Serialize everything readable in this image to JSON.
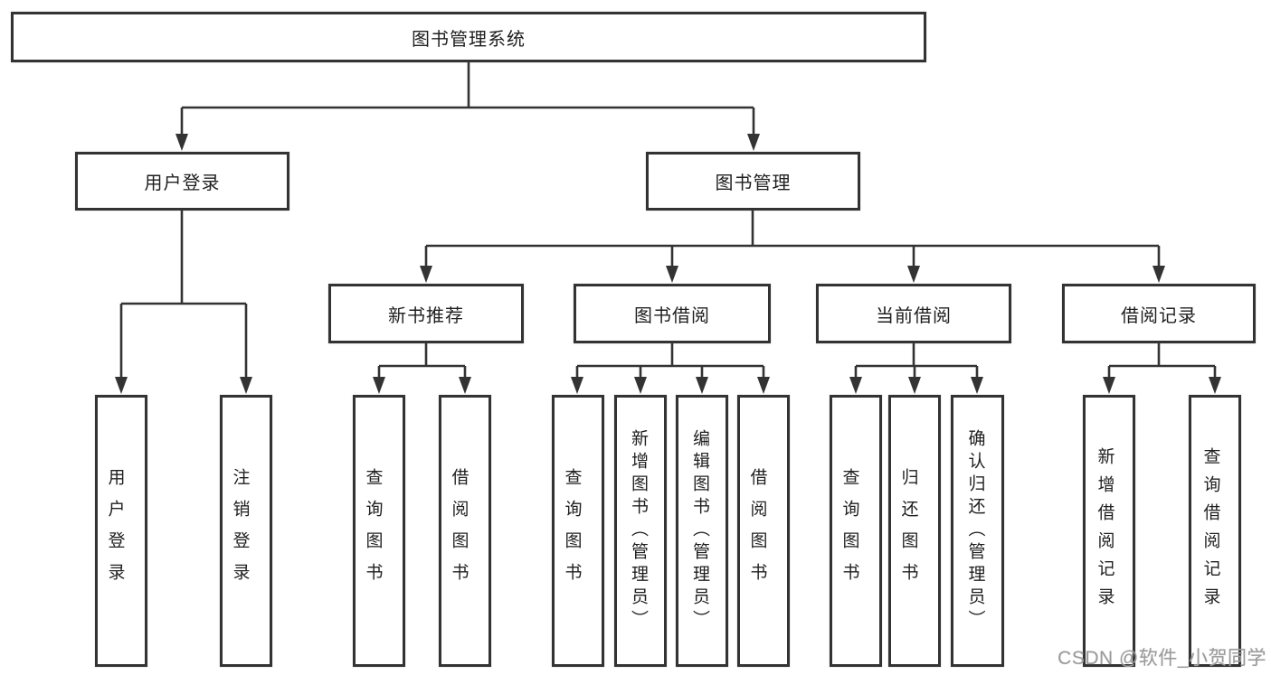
{
  "colors": {
    "line": "#333333",
    "box_border": "#333333",
    "text": "#1f1f1f",
    "watermark": "#9b9b9b",
    "background": "#ffffff"
  },
  "tree": {
    "root": {
      "label": "图书管理系统"
    },
    "login": {
      "label": "用户登录",
      "children": [
        {
          "label": "用户登录"
        },
        {
          "label": "注销登录"
        }
      ]
    },
    "management": {
      "label": "图书管理",
      "groups": [
        {
          "label": "新书推荐",
          "children": [
            {
              "label": "查询图书"
            },
            {
              "label": "借阅图书"
            }
          ]
        },
        {
          "label": "图书借阅",
          "children": [
            {
              "label": "查询图书"
            },
            {
              "label": "新增图书（管理员）"
            },
            {
              "label": "编辑图书（管理员）"
            },
            {
              "label": "借阅图书"
            }
          ]
        },
        {
          "label": "当前借阅",
          "children": [
            {
              "label": "查询图书"
            },
            {
              "label": "归还图书"
            },
            {
              "label": "确认归还（管理员）"
            }
          ]
        },
        {
          "label": "借阅记录",
          "children": [
            {
              "label": "新增借阅记录"
            },
            {
              "label": "查询借阅记录"
            }
          ]
        }
      ]
    }
  },
  "watermark": {
    "text": "CSDN @软件_小贺同学"
  }
}
